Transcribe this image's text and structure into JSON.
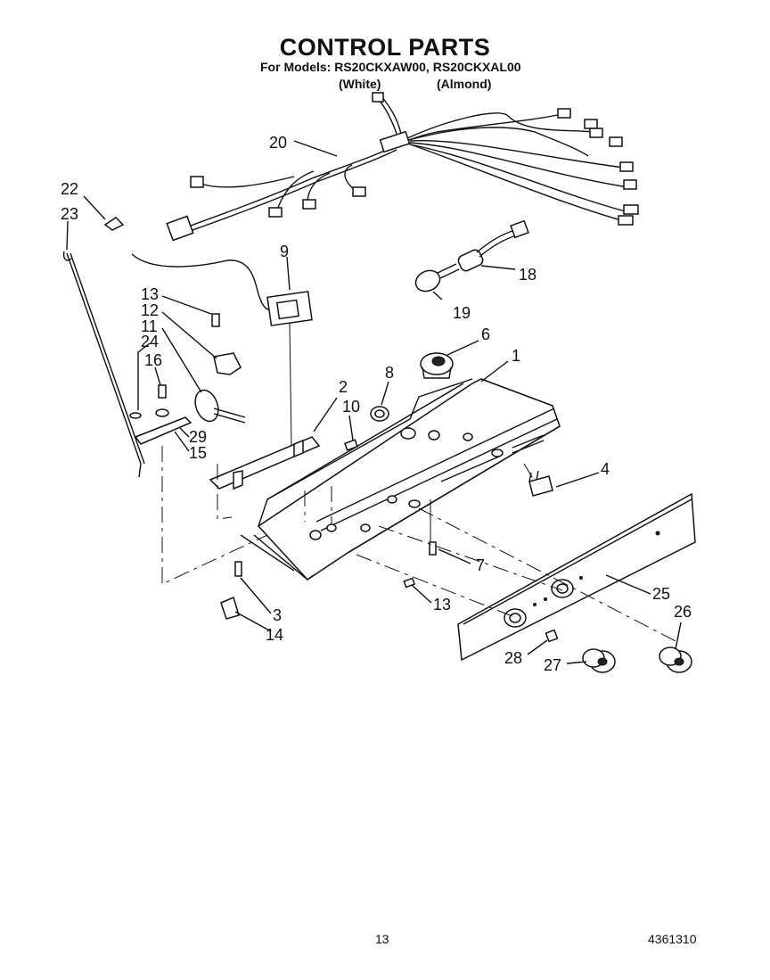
{
  "header": {
    "title": "CONTROL PARTS",
    "models_line": "For Models: RS20CKXAW00, RS20CKXAL00",
    "color_white": "(White)",
    "color_almond": "(Almond)"
  },
  "callouts": {
    "c1": "1",
    "c2": "2",
    "c3": "3",
    "c4": "4",
    "c6": "6",
    "c7": "7",
    "c8": "8",
    "c9": "9",
    "c10": "10",
    "c11": "11",
    "c12": "12",
    "c13a": "13",
    "c13b": "13",
    "c14": "14",
    "c15": "15",
    "c16": "16",
    "c18": "18",
    "c19": "19",
    "c20": "20",
    "c22": "22",
    "c23": "23",
    "c24": "24",
    "c25": "25",
    "c26": "26",
    "c27": "27",
    "c28": "28",
    "c29": "29"
  },
  "footer": {
    "page_number": "13",
    "document_number": "4361310"
  }
}
